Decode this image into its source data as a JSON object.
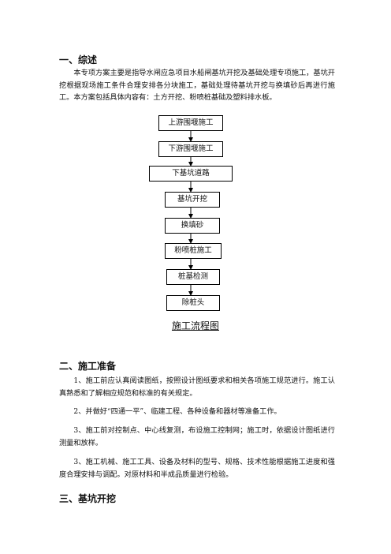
{
  "section1": {
    "heading": "一、综述",
    "para": "本专项方案主要是指导水闸应急项目水船闸基坑开挖及基础处理专项施工，基坑开挖根据现场施工条件合理安排各分块施工，基础处理待基坑开挖与换填砂后再进行施工。本方案包括具体内容有：土方开挖、粉喷桩基础及塑料排水板。"
  },
  "flowchart": {
    "steps": [
      "上游围堰施工",
      "下游围堰施工",
      "下基坑道路",
      "基坑开挖",
      "换填砂",
      "粉喷桩施工",
      "桩基检测",
      "除桩头"
    ],
    "caption": "施工流程图"
  },
  "section2": {
    "heading": "二、施工准备",
    "items": [
      "1、施工前应认真阅读图纸，按照设计图纸要求和相关各项施工规范进行。施工认真熟悉和了解相应规范和标准的有关规定。",
      "2、并做好“四通一平”、临建工程、各种设备和器材等准备工作。",
      "3、施工前对控制点、中心线复测，布设施工控制网；施工时，依据设计图纸进行测量和放样。",
      "3、施工机械、施工工具、设备及材料的型号、规格、技术性能根据施工进度和强度合理安排与调配。对原材料和半成品质量进行检验。"
    ]
  },
  "section3": {
    "heading": "三、基坑开挖"
  }
}
